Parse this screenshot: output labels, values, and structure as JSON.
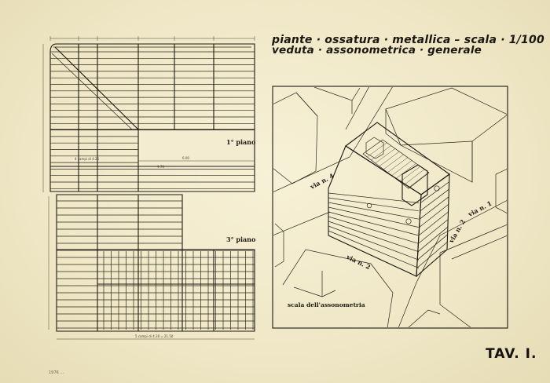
{
  "title": {
    "line1": "piante · ossatura · metallica  –  scala · 1/100",
    "line2": "veduta · assonometrica · generale"
  },
  "plan_labels": {
    "first_floor": "1° piano",
    "third_floor": "3° piano"
  },
  "axonometric": {
    "street_4": "via n. 4",
    "street_1": "via n. 1",
    "street_2a": "via n. 2",
    "street_2b": "via n. 2",
    "scale_caption": "scala dell'assonometria"
  },
  "sheet_number": "TAV. I.",
  "footer_note": "1976 ..."
}
